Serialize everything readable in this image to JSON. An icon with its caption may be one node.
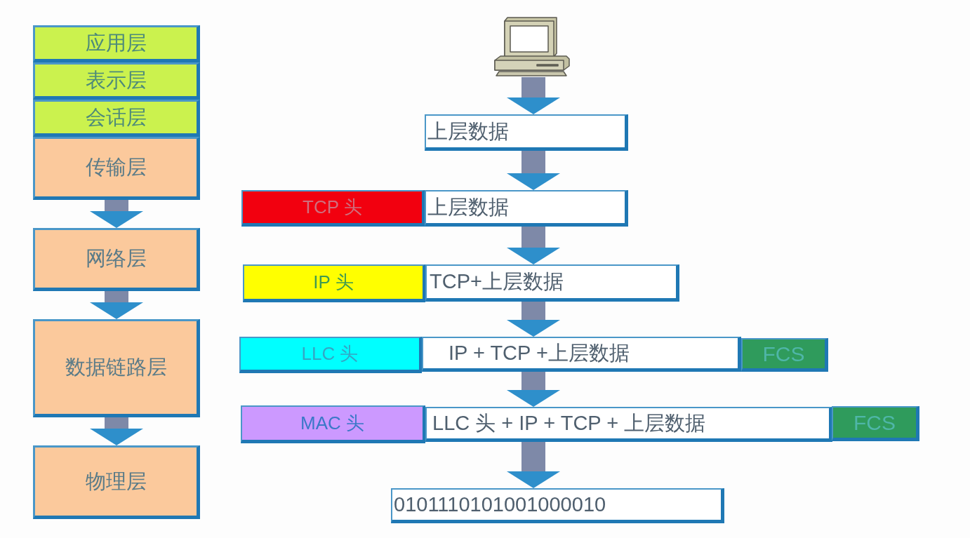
{
  "diagram": {
    "nodes": [
      {
        "text": [
          "应用层"
        ]
      },
      {
        "text": [
          "表示层"
        ]
      },
      {
        "text": [
          "会话层"
        ]
      },
      {
        "text": [
          "传输层"
        ]
      },
      {
        "text": [
          "网络层"
        ]
      },
      {
        "text": [
          "数据链路层"
        ]
      },
      {
        "text": [
          "物理层"
        ]
      },
      {
        "text": [],
        "shape": "picture"
      },
      {
        "text": [
          "上层数据"
        ]
      },
      {
        "text": [
          "TCP 头"
        ]
      },
      {
        "text": [
          "上层数据"
        ]
      },
      {
        "text": [
          "IP 头"
        ]
      },
      {
        "text": [
          "TCP+上层数据"
        ]
      },
      {
        "text": [
          "LLC 头"
        ]
      },
      {
        "text": [
          "IP + TCP +上层数据"
        ]
      },
      {
        "text": [
          "FCS"
        ]
      },
      {
        "text": [
          "MAC 头"
        ]
      },
      {
        "text": [
          "LLC 头 + IP + TCP + 上层数据"
        ]
      },
      {
        "text": [
          "FCS"
        ]
      },
      {
        "text": [
          "0101110101001000010"
        ]
      }
    ],
    "edges": [
      {
        "from": 3,
        "to": 4,
        "arrow": "to"
      },
      {
        "from": 4,
        "to": 5,
        "arrow": "to"
      },
      {
        "from": 5,
        "to": 6,
        "arrow": "to"
      },
      {
        "from": 7,
        "to": 8,
        "arrow": "to"
      },
      {
        "from": 8,
        "to": 10,
        "arrow": "to"
      },
      {
        "from": 10,
        "to": 12,
        "arrow": "to"
      },
      {
        "from": 12,
        "to": 14,
        "arrow": "to"
      },
      {
        "from": 14,
        "to": 17,
        "arrow": "to"
      },
      {
        "from": 17,
        "to": 19,
        "arrow": "to"
      }
    ]
  }
}
